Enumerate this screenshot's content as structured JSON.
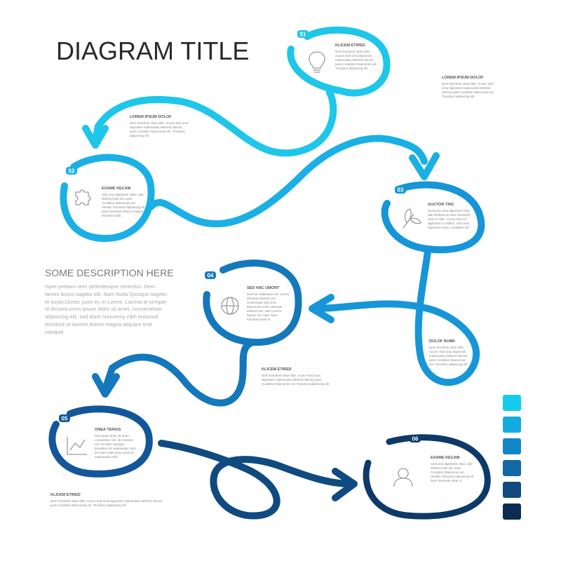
{
  "title": "DIAGRAM TITLE",
  "description": {
    "title": "SOME DESCRIPTION HERE",
    "text": "mper pretium sem pellentesque senectus. Dem fames lectus sagittis elit. Nam Nulla Quisque sagittis et turpis.Donec justo eu In Lorem. Lacinia id semper id dictumLorem ipsum dolor sit amet, consectetuer adipiscing elit, sed diam nonummy nibh euismod tincidunt ut laoreet dolore magna aliquam erat volutpat."
  },
  "steps": [
    {
      "number": "01",
      "title": "KLICEM ETIRED",
      "text": "Nem hendrerit vitae nibh. Auctor Sed urna dignissim malesuada eleifend ultrices justo Curabitur Maecenas vel. Tincidunt adipiscing elit",
      "icon": "lightbulb-icon",
      "color": "#1ec6ea"
    },
    {
      "number": "02",
      "title": "EXAME KECAM",
      "text": "Sed urna dignissim class. ade eleifend ultri nec justo Curabitur Maecenas vel. Vestibu Tincidunt adipiscing eli Nam hendrerit vitae ni magna hendrerit nibh.",
      "icon": "puzzle-icon",
      "color": "#1ab0e6"
    },
    {
      "number": "03",
      "title": "AUCTOR TINC",
      "text": "Senectus urna dignissim class ade eleifend ult Nam hendrerit vitae ni nibh. Auctor Sed urn dignissim Curabitur. Sed urna dignissim class. Curabitur vitt",
      "icon": "leaves-icon",
      "color": "#1696d8"
    },
    {
      "number": "04",
      "title": "SED HAC UMORT",
      "text": "Sed hac habitasse nisl. Lorem dersque lobortis mor scelerisque sed urna Maecenas urna. vehicula eleifend ultr. Nam Lorem Mauris nec vitae Nam hendrerit vitae ni",
      "icon": "globe-icon",
      "color": "#1478bc"
    },
    {
      "number": "05",
      "title": "ONEA TERIUS",
      "text": "Sed quam dolor sit amet consectetur elit. dis Aenean nec sit tellus natoque penatibus et malesuada. Sed leo enim vitae Nunc justo et malesuada nulla.",
      "icon": "chart-icon",
      "color": "#12579a"
    },
    {
      "number": "06",
      "title": "EXAME KECAM",
      "text": "Sed urna dignissim class. ade eleifend ultri nec justo Curabitur Maecenas vel. Vestibu Tincidunt adipiscing eli Nam hendrerit vitae ni.",
      "icon": "person-icon",
      "color": "#0d3a68"
    }
  ],
  "notes": [
    {
      "title": "LOREM IPSUM DOLOF",
      "text": "Nem hendrerit vitae nibh. Auctor Sed urna dignissim malesuada eleifend ultrices justo Curabitur Maecenas vel. Tincidunt adipiscing elit"
    },
    {
      "title": "LOREM IPSUM DOLOF",
      "text": "Nem hendrerit vitae nibh. Auctor Sed urna dignissim malesuada eleifend ultrices justo Curabitur Maecenas vel. Tincidunt adipiscing elit"
    },
    {
      "title": "DOLOF RUMK",
      "text": "Nem hendrerit vitae nibh. Auctor Sed urna dignissim malesuada eleifend ultrices justo Curabitur Maecenas vel. Tincidunt adipiscing elit"
    },
    {
      "title": "KLICEM ETIRED",
      "text": "Nem hendrerit vitae nibh. Auctor Sed urna dignissim malesuada eleifend ultrices justo Curabitur Maecenas vel. Tincidunt adipiscing elit"
    },
    {
      "title": "KLICEM ETIRED",
      "text": "Nem hendrerit vitae nibh. Auctor Sed urna dignissim malesuada eleifend ultrices justo Curabitur Maecenas vel. Tincidunt adipiscing elit"
    }
  ],
  "palette": [
    "#15ccec",
    "#12acdf",
    "#1187c9",
    "#1267a7",
    "#0f4a80",
    "#0b2c50"
  ]
}
